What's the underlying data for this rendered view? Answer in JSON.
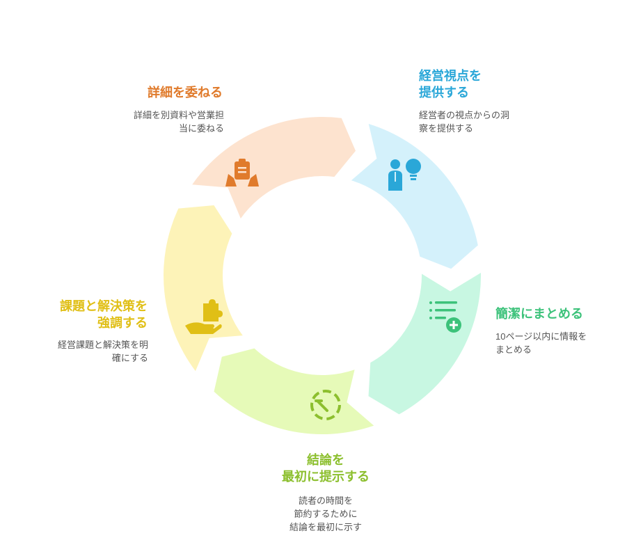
{
  "colors": {
    "orange": "#e07b2c",
    "blue": "#2aa7d8",
    "green": "#3cc27a",
    "lime": "#8cbf2e",
    "yellow": "#e0bf16"
  },
  "segments": [
    {
      "id": "detail",
      "title": "詳細を委ねる",
      "description": "詳細を別資料や営業担\n当に委ねる",
      "icon": "hands-document-icon",
      "fill": "#fde3cf",
      "title_color": "#e07b2c",
      "icon_color": "#e07b2c"
    },
    {
      "id": "management",
      "title": "経営視点を\n提供する",
      "description": "経営者の視点からの洞\n察を提供する",
      "icon": "person-lightbulb-icon",
      "fill": "#d4f1fb",
      "title_color": "#2aa7d8",
      "icon_color": "#2aa7d8"
    },
    {
      "id": "concise",
      "title": "簡潔にまとめる",
      "description": "10ページ以内に情報を\nまとめる",
      "icon": "list-add-icon",
      "fill": "#c8f7e2",
      "title_color": "#3cc27a",
      "icon_color": "#3cc27a"
    },
    {
      "id": "conclusion",
      "title": "結論を\n最初に提示する",
      "description": "読者の時間を\n節約するために\n結論を最初に示す",
      "icon": "clock-dashed-icon",
      "fill": "#e6fab8",
      "title_color": "#8cbf2e",
      "icon_color": "#8cbf2e"
    },
    {
      "id": "issues",
      "title": "課題と解決策を\n強調する",
      "description": "経営課題と解決策を明\n確にする",
      "icon": "puzzle-hand-icon",
      "fill": "#fdf3b8",
      "title_color": "#e0bf16",
      "icon_color": "#e0bf16"
    }
  ]
}
